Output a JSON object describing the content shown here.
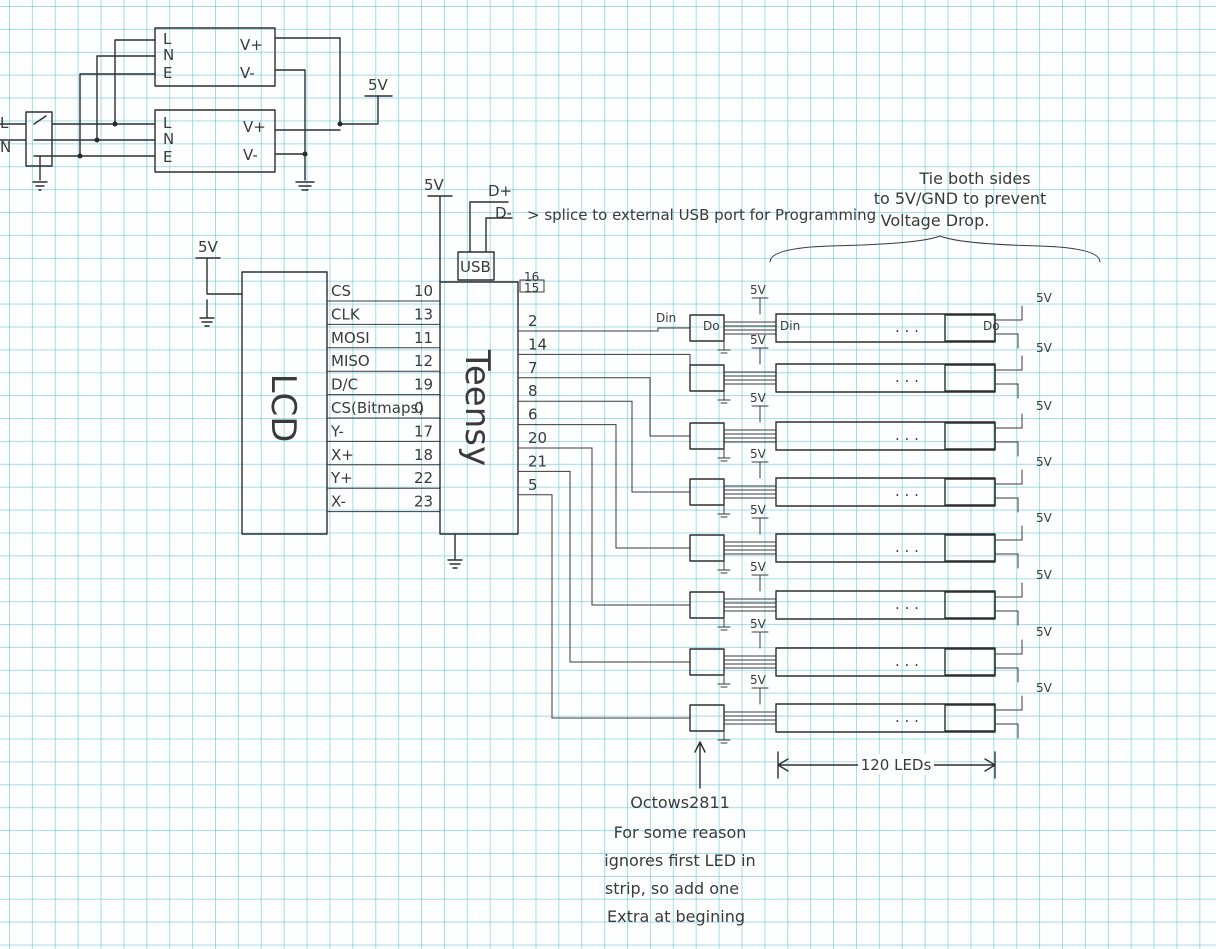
{
  "power": {
    "supply_pins_left": [
      "L",
      "N",
      "E"
    ],
    "supply_pins_right": [
      "V+",
      "V-"
    ],
    "mains": [
      "L",
      "N"
    ],
    "output_label": "5V"
  },
  "lcd": {
    "title": "LCD",
    "supply": "5V",
    "pins": [
      {
        "name": "CS",
        "pin": "10"
      },
      {
        "name": "CLK",
        "pin": "13"
      },
      {
        "name": "MOSI",
        "pin": "11"
      },
      {
        "name": "MISO",
        "pin": "12"
      },
      {
        "name": "D/C",
        "pin": "19"
      },
      {
        "name": "CS(Bitmaps)",
        "pin": "0"
      },
      {
        "name": "Y-",
        "pin": "17"
      },
      {
        "name": "X+",
        "pin": "18"
      },
      {
        "name": "Y+",
        "pin": "22"
      },
      {
        "name": "X-",
        "pin": "23"
      }
    ]
  },
  "teensy": {
    "title": "Teensy",
    "supply": "5V",
    "usb": "USB",
    "usb_lines": [
      "D+",
      "D-"
    ],
    "usb_note": "> splice to external USB port for Programming",
    "top_pins": [
      "16",
      "15"
    ],
    "out_pins": [
      "2",
      "14",
      "7",
      "8",
      "6",
      "20",
      "21",
      "5"
    ]
  },
  "strips": {
    "supply": "5V",
    "din_label": "Din",
    "dout_label": "Do",
    "ellipsis": ". . .",
    "count_label": "120 LEDs",
    "tie_note": [
      "Tie both sides",
      "to 5V/GND to prevent",
      "Voltage Drop."
    ]
  },
  "octo_note": [
    "Octows2811",
    "For some reason",
    "ignores first LED in",
    "strip, so add one",
    "Extra at begining"
  ]
}
